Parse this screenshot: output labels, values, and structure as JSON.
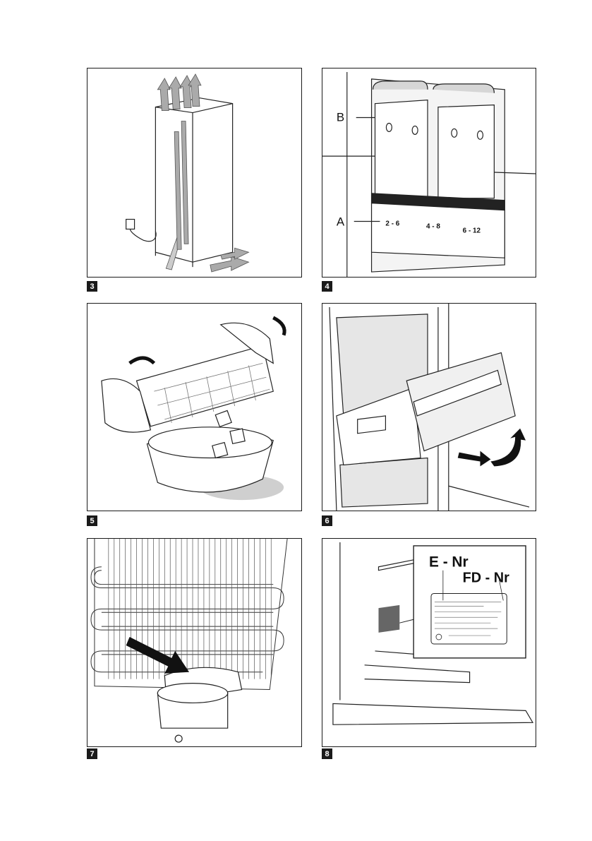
{
  "figures": [
    {
      "number": "3"
    },
    {
      "number": "4",
      "labels": {
        "a": "A",
        "b": "B"
      },
      "table": {
        "ranges": [
          "2 - 6",
          "4 - 8",
          "6 - 12"
        ]
      }
    },
    {
      "number": "5"
    },
    {
      "number": "6"
    },
    {
      "number": "7"
    },
    {
      "number": "8",
      "labels": {
        "e_nr": "E - Nr",
        "fd_nr": "FD - Nr"
      }
    }
  ]
}
